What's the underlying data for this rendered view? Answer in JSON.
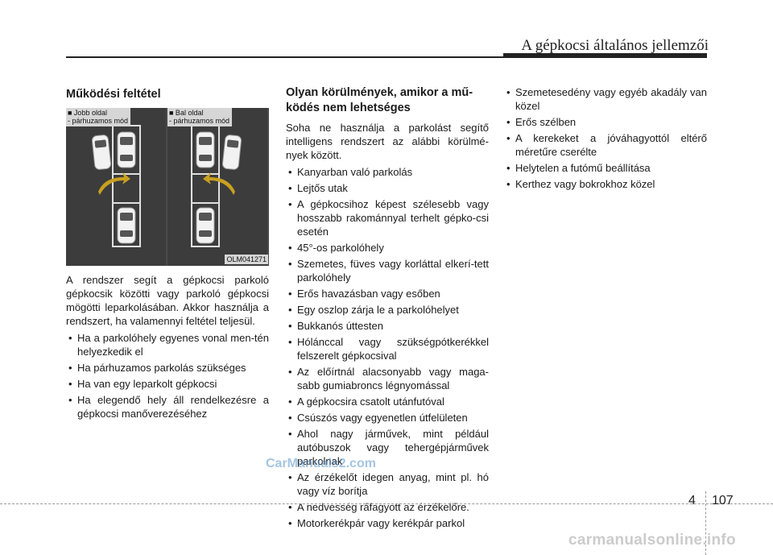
{
  "header": {
    "title": "A gépkocsi általános jellemzői"
  },
  "col1": {
    "heading": "Működési feltétel",
    "figure": {
      "left_label_line1": "■ Jobb oldal",
      "left_label_line2": "- párhuzamos mód",
      "right_label_line1": "■ Bal oldal",
      "right_label_line2": "- párhuzamos mód",
      "code": "OLM041271"
    },
    "paragraph": "A rendszer segít a gépkocsi parkoló gépkocsik közötti vagy parkoló gépkocsi mögötti leparkolásában. Akkor használja a rendszert, ha valamennyi feltétel teljesül.",
    "bullets": [
      "Ha a parkolóhely egyenes vonal men-tén helyezkedik el",
      "Ha párhuzamos parkolás szükséges",
      "Ha van egy leparkolt gépkocsi",
      "Ha elegendő hely áll rendelkezésre a gépkocsi manőverezéséhez"
    ]
  },
  "col2": {
    "heading": "Olyan körülmények, amikor a mű-ködés nem lehetséges",
    "intro": "Soha ne használja a parkolást segítő intelligens rendszert az alábbi körülmé-nyek között.",
    "bullets": [
      "Kanyarban való parkolás",
      "Lejtős utak",
      "A gépkocsihoz képest szélesebb vagy hosszabb rakománnyal terhelt gépko-csi esetén",
      "45°-os parkolóhely",
      "Szemetes, füves vagy korláttal elkerí-tett parkolóhely",
      "Erős havazásban vagy esőben",
      "Egy oszlop zárja le a parkolóhelyet",
      "Bukkanós úttesten",
      "Hólánccal vagy szükségpótkerékkel felszerelt gépkocsival",
      "Az előírtnál alacsonyabb vagy maga-sabb gumiabroncs légnyomással",
      "A gépkocsira csatolt utánfutóval",
      "Csúszós vagy egyenetlen útfelületen",
      "Ahol nagy járművek, mint például autóbuszok vagy tehergépjárművek parkolnak",
      "Az érzékelőt idegen anyag, mint pl. hó vagy víz borítja",
      "A nedvesség ráfagyott az érzékelőre.",
      "Motorkerékpár vagy kerékpár parkol"
    ]
  },
  "col3": {
    "bullets": [
      "Szemetesedény vagy egyéb akadály van közel",
      "Erős szélben",
      "A kerekeket a jóváhagyottól eltérő méretűre cserélte",
      "Helytelen a futómű beállítása",
      "Kerthez vagy bokrokhoz közel"
    ]
  },
  "footer": {
    "chapter": "4",
    "page": "107"
  },
  "watermarks": {
    "site_a": "CarManuals2.com",
    "site_b": "carmanualsonline.info"
  }
}
